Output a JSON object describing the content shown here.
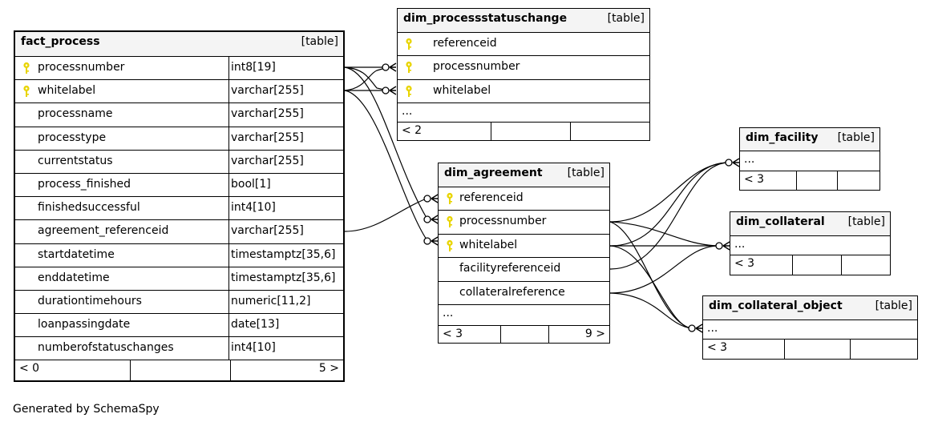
{
  "tables": {
    "fact_process": {
      "name": "fact_process",
      "tag": "[table]",
      "columns": [
        {
          "name": "processnumber",
          "type": "int8[19]",
          "key": true
        },
        {
          "name": "whitelabel",
          "type": "varchar[255]",
          "key": true
        },
        {
          "name": "processname",
          "type": "varchar[255]",
          "key": false
        },
        {
          "name": "processtype",
          "type": "varchar[255]",
          "key": false
        },
        {
          "name": "currentstatus",
          "type": "varchar[255]",
          "key": false
        },
        {
          "name": "process_finished",
          "type": "bool[1]",
          "key": false
        },
        {
          "name": "finishedsuccessful",
          "type": "int4[10]",
          "key": false
        },
        {
          "name": "agreement_referenceid",
          "type": "varchar[255]",
          "key": false
        },
        {
          "name": "startdatetime",
          "type": "timestamptz[35,6]",
          "key": false
        },
        {
          "name": "enddatetime",
          "type": "timestamptz[35,6]",
          "key": false
        },
        {
          "name": "durationtimehours",
          "type": "numeric[11,2]",
          "key": false
        },
        {
          "name": "loanpassingdate",
          "type": "date[13]",
          "key": false
        },
        {
          "name": "numberofstatuschanges",
          "type": "int4[10]",
          "key": false
        }
      ],
      "footer_left": "< 0",
      "footer_right": "5 >"
    },
    "dim_processstatuschange": {
      "name": "dim_processstatuschange",
      "tag": "[table]",
      "columns": [
        {
          "name": "referenceid",
          "key": true
        },
        {
          "name": "processnumber",
          "key": true
        },
        {
          "name": "whitelabel",
          "key": true
        }
      ],
      "more": "...",
      "footer_left": "< 2",
      "footer_right": ""
    },
    "dim_agreement": {
      "name": "dim_agreement",
      "tag": "[table]",
      "columns": [
        {
          "name": "referenceid",
          "key": true
        },
        {
          "name": "processnumber",
          "key": true
        },
        {
          "name": "whitelabel",
          "key": true
        },
        {
          "name": "facilityreferenceid",
          "key": false
        },
        {
          "name": "collateralreference",
          "key": false
        }
      ],
      "more": "...",
      "footer_left": "< 3",
      "footer_right": "9 >"
    },
    "dim_facility": {
      "name": "dim_facility",
      "tag": "[table]",
      "more": "...",
      "footer_left": "< 3",
      "footer_right": ""
    },
    "dim_collateral": {
      "name": "dim_collateral",
      "tag": "[table]",
      "more": "...",
      "footer_left": "< 3",
      "footer_right": ""
    },
    "dim_collateral_object": {
      "name": "dim_collateral_object",
      "tag": "[table]",
      "more": "...",
      "footer_left": "< 3",
      "footer_right": ""
    }
  },
  "colors": {
    "header_bg": "#f4f4f4",
    "key_icon": "#e8d400",
    "line": "#000000"
  },
  "footer_text": "Generated by SchemaSpy"
}
